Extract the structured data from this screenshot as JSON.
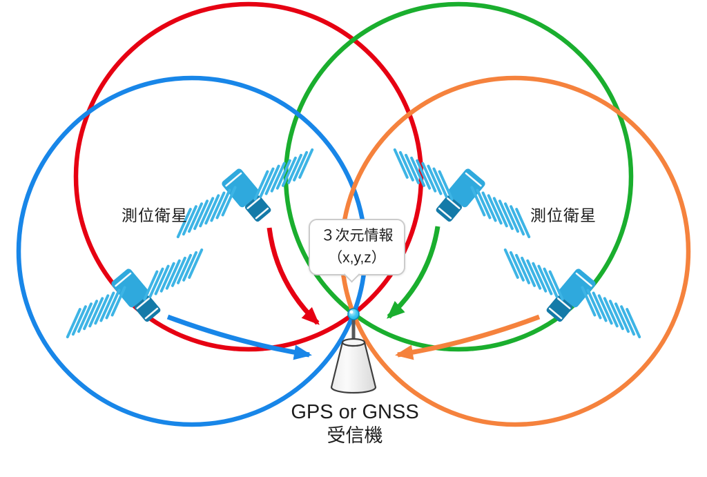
{
  "labels": {
    "satellite_left": "測位衛星",
    "satellite_right": "測位衛星",
    "info_box": {
      "line1": "３次元情報",
      "line2": "（x,y,z）"
    },
    "receiver": {
      "line1": "GPS or GNSS",
      "line2": "受信機"
    }
  },
  "colors": {
    "red": "#e60012",
    "green": "#1aae2e",
    "blue": "#1886e8",
    "orange": "#f5823d",
    "satellite_body": "#2fa9dd",
    "satellite_module": "#147aa8",
    "satellite_panel": "#3db4e5",
    "ball": "#3fc6f2",
    "pole": "#57585a",
    "cone_outline": "#3e3e3e",
    "bubble_border": "#cbcbcb",
    "text": "#1c1c1c"
  }
}
